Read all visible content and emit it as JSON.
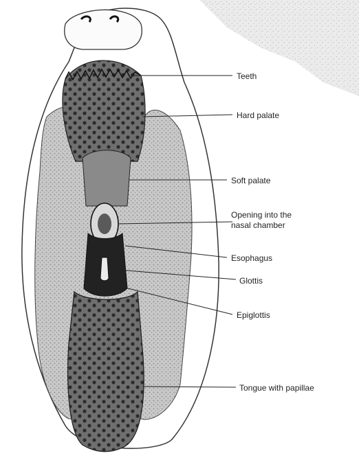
{
  "labels": {
    "teeth": "Teeth",
    "hard_palate": "Hard palate",
    "soft_palate": "Soft palate",
    "opening_line1": "Opening into the",
    "opening_line2": "nasal chamber",
    "esophagus": "Esophagus",
    "glottis": "Glottis",
    "epiglottis": "Epiglottis",
    "tongue": "Tongue with papillae"
  }
}
